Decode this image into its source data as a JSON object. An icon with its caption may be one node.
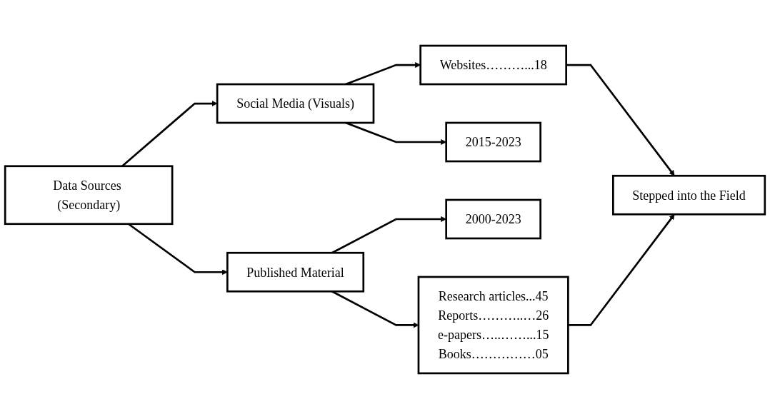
{
  "diagram": {
    "nodes": [
      {
        "text": [
          "Data Sources (Secondary)"
        ]
      },
      {
        "text": [
          "Social Media (Visuals)"
        ]
      },
      {
        "text": [
          "Websites………...18"
        ]
      },
      {
        "text": [
          "2015-2023"
        ]
      },
      {
        "text": [
          "Stepped into the Field"
        ]
      },
      {
        "text": [
          "2000-2023"
        ]
      },
      {
        "text": [
          "Published Material"
        ]
      },
      {
        "text": [
          "Research articles...45",
          "Reports………..…26",
          "e-papers…..……...15",
          "Books……………05"
        ]
      }
    ],
    "edges": [
      {
        "from": 0,
        "to": 1,
        "arrow": "to"
      },
      {
        "from": 0,
        "to": 6,
        "arrow": "to"
      },
      {
        "from": 1,
        "to": 2,
        "arrow": "to"
      },
      {
        "from": 1,
        "to": 3,
        "arrow": "to"
      },
      {
        "from": 6,
        "to": 5,
        "arrow": "to"
      },
      {
        "from": 6,
        "to": 7,
        "arrow": "to"
      },
      {
        "from": 2,
        "to": 4,
        "arrow": "to"
      },
      {
        "from": 7,
        "to": 4,
        "arrow": "to"
      }
    ]
  }
}
